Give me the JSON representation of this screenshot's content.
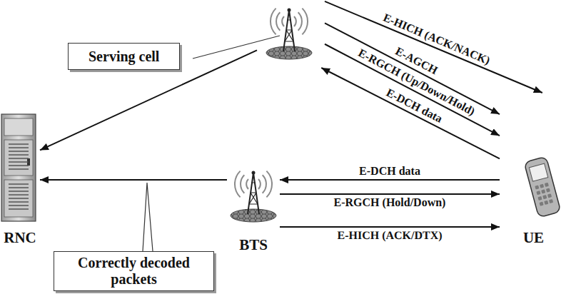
{
  "diagram": {
    "nodes": [
      {
        "text": [
          "Serving cell"
        ]
      },
      {
        "text": [
          "RNC"
        ]
      },
      {
        "text": [
          "BTS"
        ]
      },
      {
        "text": [
          "UE"
        ]
      },
      {
        "text": [
          "Correctly decoded packets"
        ]
      }
    ],
    "edges": [
      {
        "from": 0,
        "to": 3,
        "label": "E-HICH (ACK/NACK)",
        "arrow": "to"
      },
      {
        "from": 0,
        "to": 3,
        "label": "E-AGCH",
        "arrow": "to"
      },
      {
        "from": 0,
        "to": 3,
        "label": "E-RGCH (Up/Down/Hold)",
        "arrow": "to"
      },
      {
        "from": 3,
        "to": 0,
        "label": "E-DCH data",
        "arrow": "to"
      },
      {
        "from": 0,
        "to": 1,
        "arrow": "to"
      },
      {
        "from": 2,
        "to": 1,
        "arrow": "to"
      },
      {
        "from": 3,
        "to": 2,
        "label": "E-DCH data",
        "arrow": "to"
      },
      {
        "from": 2,
        "to": 3,
        "label": "E-RGCH (Hold/Down)",
        "arrow": "to"
      },
      {
        "from": 2,
        "to": 3,
        "label": "E-HICH (ACK/DTX)",
        "arrow": "to"
      }
    ]
  }
}
